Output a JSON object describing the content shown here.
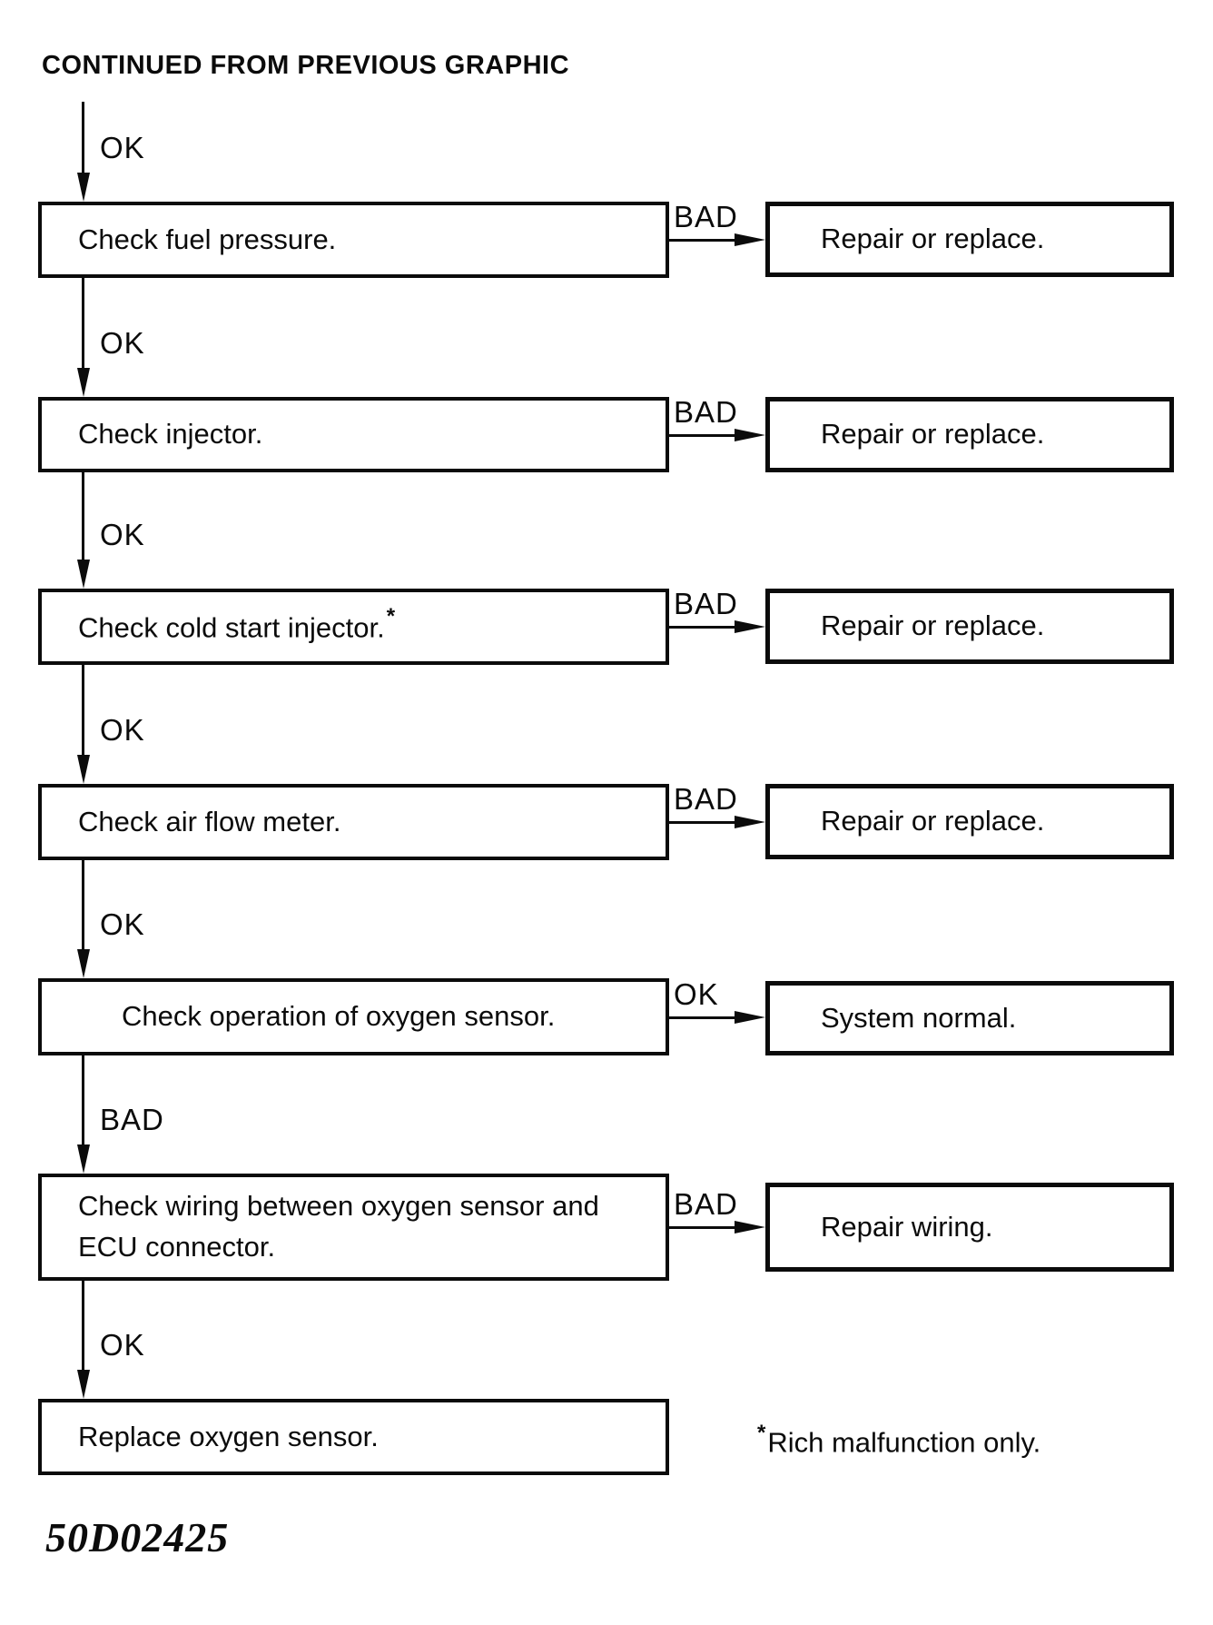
{
  "page": {
    "heading": "CONTINUED FROM PREVIOUS GRAPHIC",
    "doc_code": "50D02425"
  },
  "note": {
    "sup": "*",
    "text": "Rich malfunction only."
  },
  "flow": {
    "steps": [
      {
        "in_label": "OK",
        "label": "Check fuel pressure.",
        "branch_label": "BAD",
        "branch_result": "Repair or replace."
      },
      {
        "in_label": "OK",
        "label": "Check injector.",
        "branch_label": "BAD",
        "branch_result": "Repair or replace."
      },
      {
        "in_label": "OK",
        "label": "Check cold start injector.",
        "sup": "*",
        "branch_label": "BAD",
        "branch_result": "Repair or replace."
      },
      {
        "in_label": "OK",
        "label": "Check air flow meter.",
        "branch_label": "BAD",
        "branch_result": "Repair or replace."
      },
      {
        "in_label": "OK",
        "label": "Check operation of oxygen sensor.",
        "branch_label": "OK",
        "branch_result": "System normal."
      },
      {
        "in_label": "BAD",
        "label": "Check wiring between oxygen sensor and ECU connector.",
        "branch_label": "BAD",
        "branch_result": "Repair wiring."
      },
      {
        "in_label": "OK",
        "label": "Replace oxygen sensor."
      }
    ]
  }
}
